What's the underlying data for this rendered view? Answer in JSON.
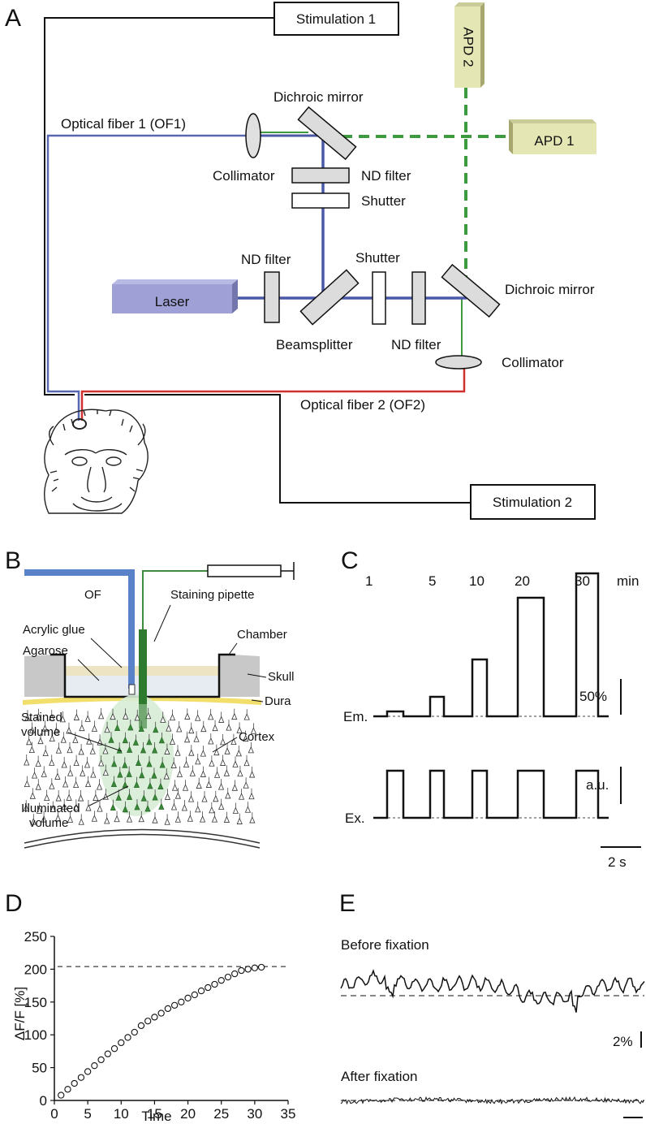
{
  "panels": {
    "a": "A",
    "b": "B",
    "c": "C",
    "d": "D",
    "e": "E"
  },
  "panel_a": {
    "stimulation1": "Stimulation 1",
    "stimulation2": "Stimulation 2",
    "apd2": "APD 2",
    "apd1": "APD 1",
    "optical_fiber1": "Optical fiber 1 (OF1)",
    "optical_fiber2": "Optical fiber 2 (OF2)",
    "dichroic_top": "Dichroic mirror",
    "dichroic_right": "Dichroic mirror",
    "collimator_top": "Collimator",
    "collimator_bottom": "Collimator",
    "nd_filter_top": "ND filter",
    "shutter_top": "Shutter",
    "nd_filter_left": "ND filter",
    "shutter_mid": "Shutter",
    "beamsplitter": "Beamsplitter",
    "nd_filter_mid": "ND filter",
    "laser": "Laser",
    "colors": {
      "fiber1": "#5868b0",
      "fiber2": "#d03030",
      "emission": "#3e9a3e",
      "laser_box": "#9ea0d6",
      "apd_box": "#e4e6b4"
    }
  },
  "panel_b": {
    "of": "OF",
    "staining_pipette": "Staining pipette",
    "acrylic_glue": "Acrylic glue",
    "agarose": "Agarose",
    "chamber": "Chamber",
    "skull": "Skull",
    "dura": "Dura",
    "stained_volume": [
      "Stained",
      "volume"
    ],
    "cortex": "Cortex",
    "illuminated_volume": [
      "Illuminated",
      "volume"
    ]
  },
  "panel_c": {
    "time_labels": [
      "1",
      "5",
      "10",
      "20",
      "30"
    ],
    "unit": "min",
    "em_label": "Em.",
    "ex_label": "Ex.",
    "scale_em": "50%",
    "scale_ex": "a.u.",
    "scale_time": "2 s",
    "em_relative_heights": [
      0.03,
      0.12,
      0.35,
      0.73,
      0.88
    ]
  },
  "panel_e": {
    "before": "Before fixation",
    "after": "After fixation",
    "scale": "2%"
  },
  "chart_data": {
    "type": "scatter",
    "xlabel": "Time",
    "ylabel": "ΔF/F [%]",
    "xlim": [
      0,
      35
    ],
    "ylim": [
      0,
      250
    ],
    "xticks": [
      "0",
      "5",
      "10",
      "15",
      "20",
      "25",
      "30",
      "35"
    ],
    "yticks": [
      "0",
      "50",
      "100",
      "150",
      "200",
      "250"
    ],
    "plateau": 204,
    "x": [
      1,
      2,
      3,
      4,
      5,
      6,
      7,
      8,
      9,
      10,
      11,
      12,
      13,
      14,
      15,
      16,
      17,
      18,
      19,
      20,
      21,
      22,
      23,
      24,
      25,
      26,
      27,
      28,
      29,
      30,
      31
    ],
    "y": [
      8,
      17,
      26,
      35,
      44,
      53,
      62,
      71,
      79,
      88,
      96,
      104,
      114,
      121,
      127,
      133,
      140,
      145,
      150,
      156,
      161,
      167,
      172,
      177,
      183,
      188,
      193,
      198,
      200,
      202,
      203
    ]
  }
}
